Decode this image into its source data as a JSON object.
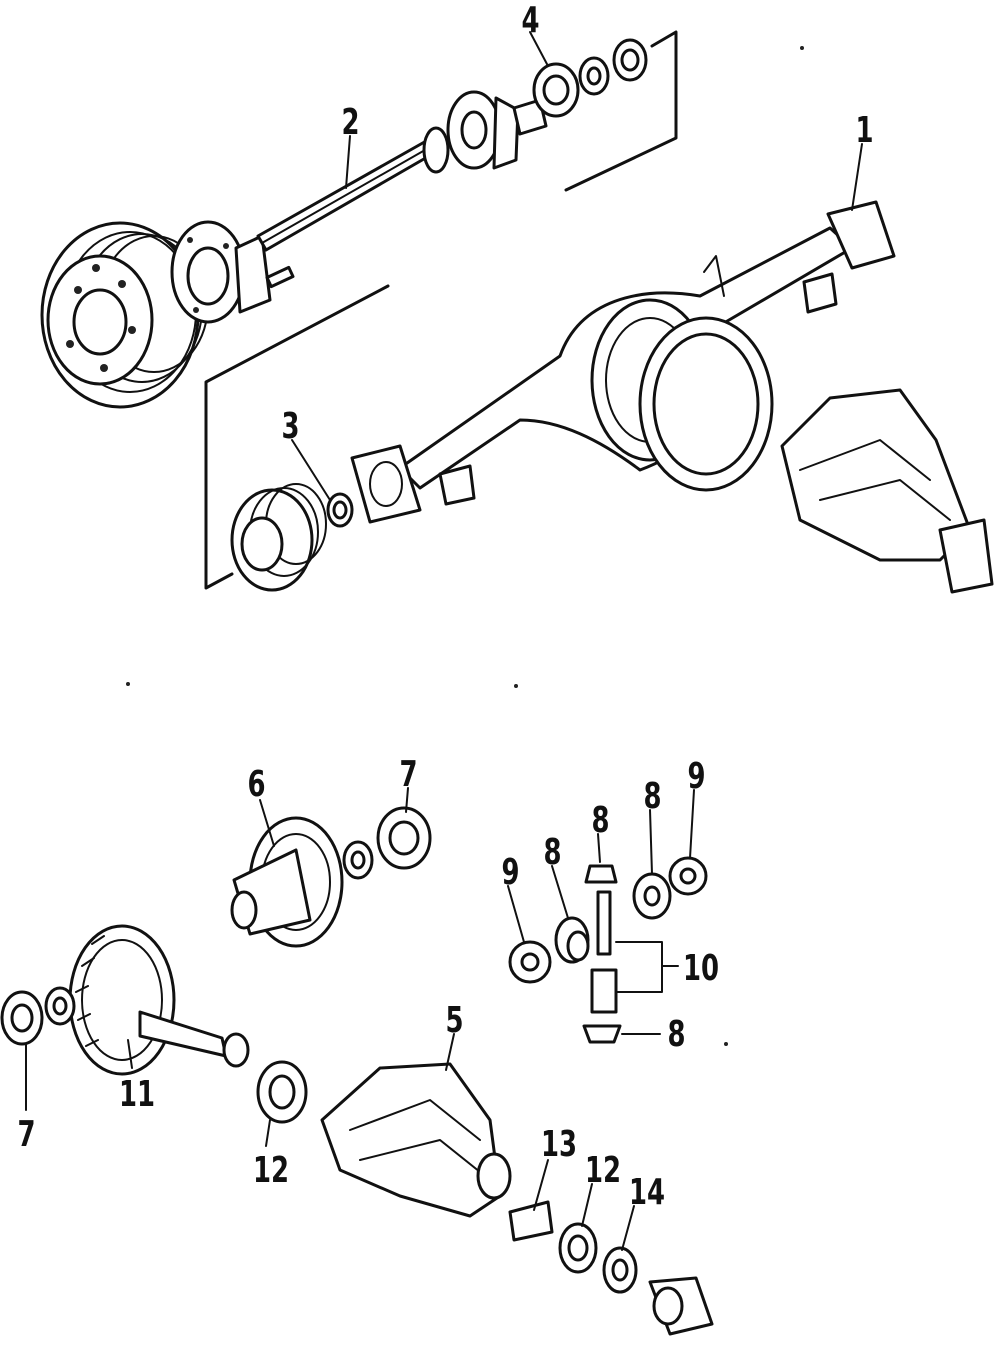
{
  "callouts": {
    "c1": "1",
    "c2": "2",
    "c3": "3",
    "c4": "4",
    "c5": "5",
    "c6": "6",
    "c7a": "7",
    "c7b": "7",
    "c8a": "8",
    "c8b": "8",
    "c8c": "8",
    "c8d": "8",
    "c9a": "9",
    "c9b": "9",
    "c10": "10",
    "c11": "11",
    "c12a": "12",
    "c12b": "12",
    "c13": "13",
    "c14": "14"
  },
  "colors": {
    "ink": "#111111",
    "paper": "#ffffff"
  }
}
